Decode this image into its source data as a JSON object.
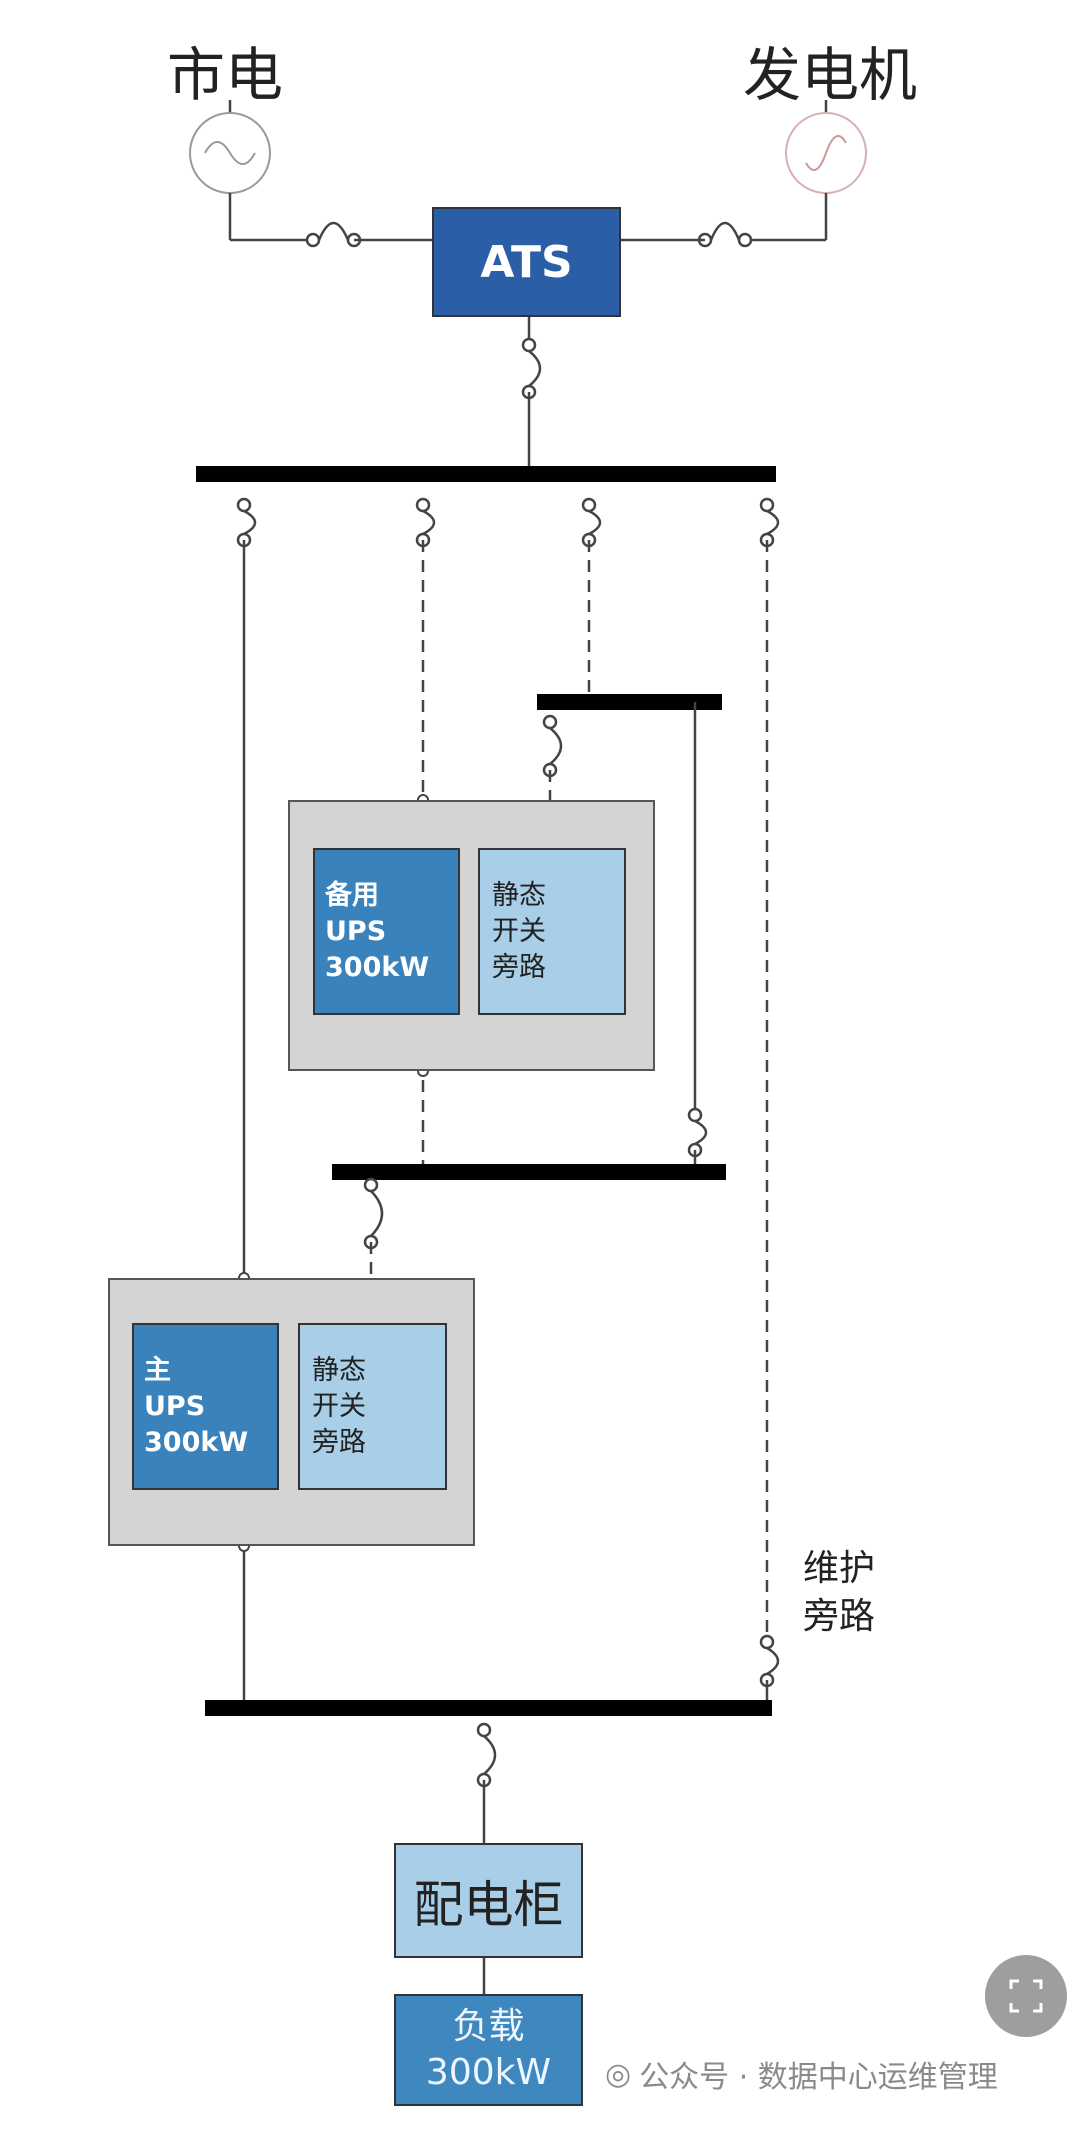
{
  "sources": {
    "utility": "市电",
    "generator": "发电机"
  },
  "ats": "ATS",
  "backup_ups": {
    "line1": "备用",
    "line2": "UPS",
    "line3": "300kW"
  },
  "backup_static": {
    "line1": "静态",
    "line2": "开关",
    "line3": "旁路"
  },
  "main_ups": {
    "line1": "主",
    "line2": "UPS",
    "line3": "300kW"
  },
  "main_static": {
    "line1": "静态",
    "line2": "开关",
    "line3": "旁路"
  },
  "maintenance_bypass": {
    "line1": "维护",
    "line2": "旁路"
  },
  "distribution_cabinet": "配电柜",
  "load": {
    "line1": "负载",
    "line2": "300kW"
  },
  "watermark": "公众号 · 数据中心运维管理",
  "colors": {
    "ats": "#2a5fa8",
    "ups": "#3a82bb",
    "static": "#a9cfe8",
    "enclosure": "#d3d3d3",
    "bus": "#000000"
  }
}
